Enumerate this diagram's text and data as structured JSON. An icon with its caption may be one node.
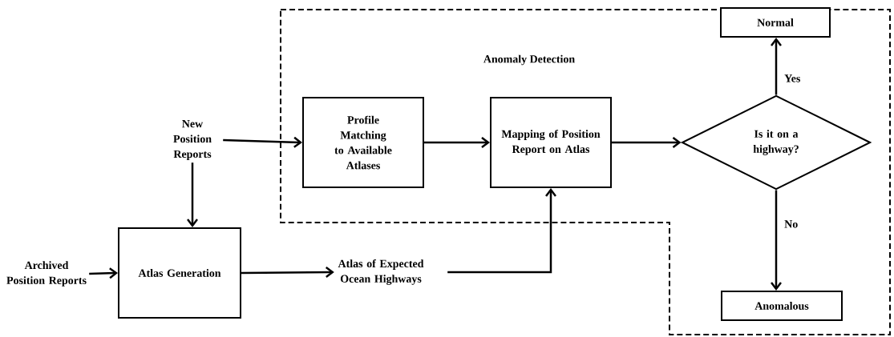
{
  "diagram": {
    "nodes": [
      {
        "text": [
          "Anomaly Detection"
        ]
      },
      {
        "text": [
          "New Position Reports"
        ]
      },
      {
        "text": [
          "Profile Matching to Available Atlases"
        ],
        "in": 0
      },
      {
        "text": [
          "Mapping of Position Report on Atlas"
        ],
        "in": 0
      },
      {
        "text": [
          "Is it on a highway?"
        ],
        "in": 0
      },
      {
        "text": [
          "Normal"
        ],
        "in": 0
      },
      {
        "text": [
          "Anomalous"
        ],
        "in": 0
      },
      {
        "text": [
          "Archived Position Reports"
        ]
      },
      {
        "text": [
          "Atlas Generation"
        ]
      },
      {
        "text": [
          "Atlas of Expected Ocean Highways"
        ]
      }
    ],
    "edges": [
      {
        "from": 1,
        "to": 2,
        "arrow": "to"
      },
      {
        "from": 2,
        "to": 3,
        "arrow": "to"
      },
      {
        "from": 3,
        "to": 4,
        "arrow": "to"
      },
      {
        "from": 4,
        "to": 5,
        "arrow": "to",
        "label": "Yes"
      },
      {
        "from": 4,
        "to": 6,
        "arrow": "to",
        "label": "No"
      },
      {
        "from": 1,
        "to": 8,
        "arrow": "to"
      },
      {
        "from": 7,
        "to": 8,
        "arrow": "to"
      },
      {
        "from": 8,
        "to": 9,
        "arrow": "to"
      },
      {
        "from": 9,
        "to": 3,
        "arrow": "to"
      }
    ]
  }
}
